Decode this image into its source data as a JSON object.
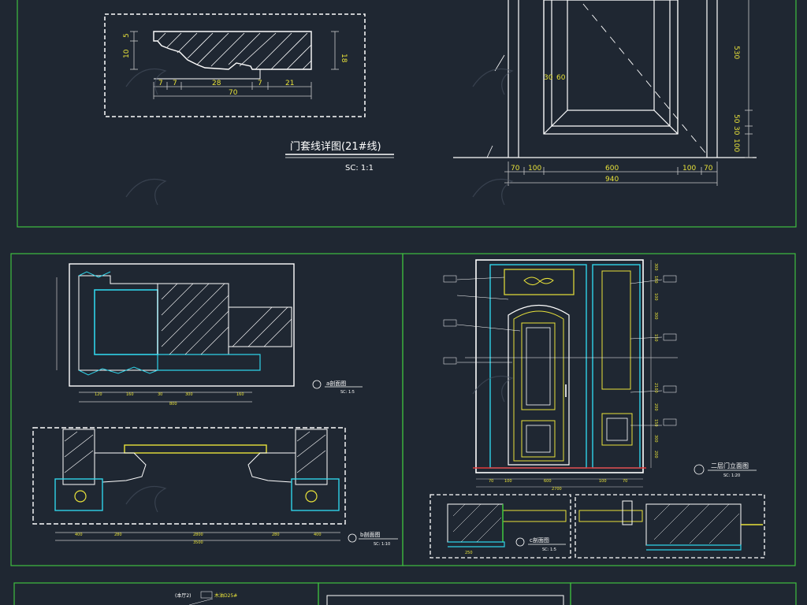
{
  "colors": {
    "bg": "#1f2732",
    "line": "#ffffff",
    "frame": "#3fbf3f",
    "cyan": "#2fd3e8",
    "yellow": "#e8e23a",
    "red": "#e23a3a",
    "dim": "#c8c8c8"
  },
  "molding": {
    "title": "门套线详图(21#线)",
    "scale": "SC: 1:1",
    "dims_left": [
      "5",
      "10"
    ],
    "dims_right": [
      "18"
    ],
    "dims_bottom": [
      "7",
      "7",
      "28",
      "7",
      "21"
    ],
    "dim_total": "70"
  },
  "elevation_top": {
    "dims_right": [
      "530",
      "50",
      "30",
      "100"
    ],
    "dims_side": [
      "30",
      "60"
    ],
    "dims_bottom": [
      "70",
      "100",
      "600",
      "100",
      "70"
    ],
    "dim_total": "940"
  },
  "section_a": {
    "title": "a剖面图",
    "scale": "SC: 1:5",
    "dims_bottom": [
      "120",
      "160",
      "30",
      "300",
      "160"
    ],
    "dim_total": "800"
  },
  "section_b": {
    "title": "b剖面图",
    "scale": "SC: 1:10",
    "dims_bottom": [
      "400",
      "280",
      "2800",
      "280",
      "400"
    ],
    "dim_total": "3500"
  },
  "door_elevation": {
    "title": "二层门立面图",
    "scale": "SC: 1:20",
    "dims_bottom": [
      "70",
      "100",
      "600",
      "100",
      "70"
    ],
    "dim_total": "2700",
    "dims_right": [
      "300",
      "180",
      "100",
      "300",
      "150",
      "2100",
      "200",
      "150",
      "300",
      "200"
    ]
  },
  "section_c": {
    "title": "c剖面图",
    "scale": "SC: 1:5",
    "dim_total": "250"
  },
  "bottom_note": {
    "tag": "(本厅2)",
    "item": "木油D25#"
  }
}
